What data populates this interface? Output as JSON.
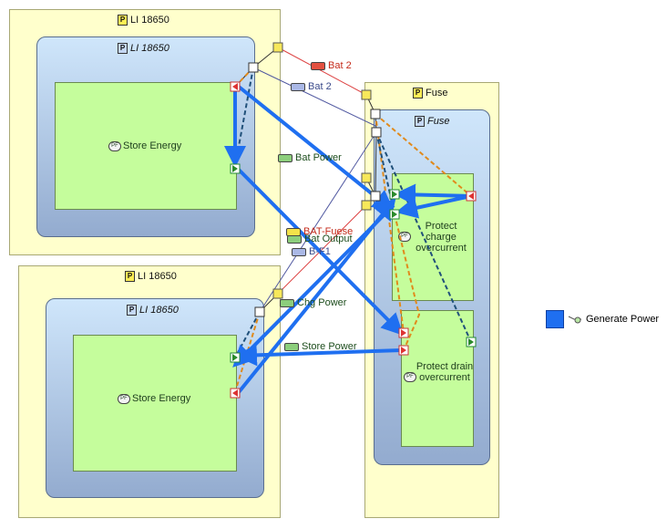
{
  "parts": {
    "battery_top": {
      "title": "LI 18650",
      "component_title": "LI 18650",
      "function": "Store Energy"
    },
    "battery_bottom": {
      "title": "LI 18650",
      "component_title": "LI 18650",
      "function": "Store Energy"
    },
    "fuse": {
      "title": "Fuse",
      "component_title": "Fuse",
      "function_charge": "Protect charge overcurrent",
      "function_drain": "Protect drain overcurrent"
    }
  },
  "exchange_labels": {
    "bat2_red": "Bat 2",
    "bat2_blue": "Bat 2",
    "bat_power": "Bat Power",
    "bat_fuse": "BAT-Fuese",
    "bat_output": "Bat Output",
    "b_f1": "B-F1",
    "chg_power": "Chg Power",
    "store_power": "Store Power"
  },
  "legend": {
    "label": "Generate Power",
    "color": "#1f6ff0"
  },
  "colors": {
    "part_fill": "#ffffcc",
    "function_fill": "#c5fd9c",
    "flow_blue": "#1f6ff0",
    "orange_dash": "#e08a1c",
    "navy_dash": "#20507a"
  },
  "icons": {
    "part": "P",
    "function": "PF"
  }
}
